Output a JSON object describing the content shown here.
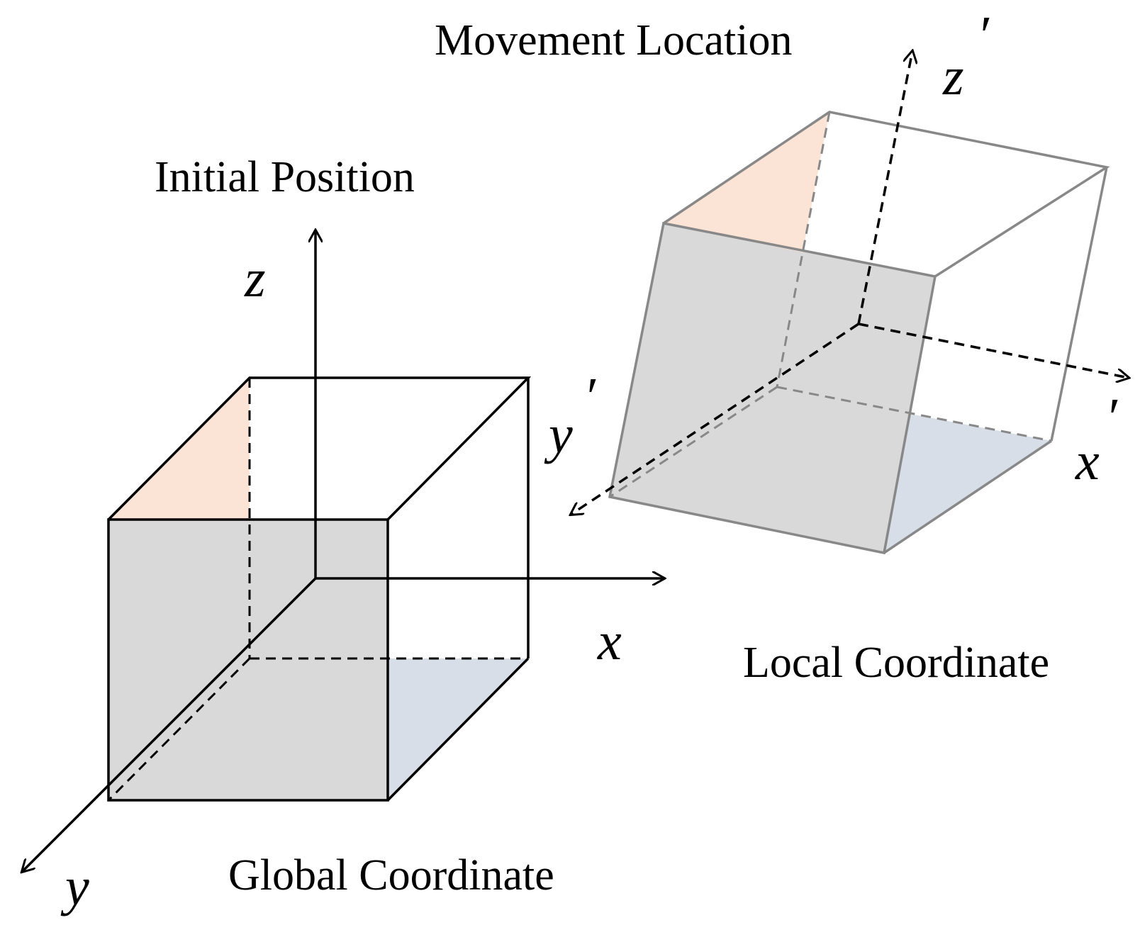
{
  "labels": {
    "movement_location": "Movement Location",
    "initial_position": "Initial Position",
    "local_coordinate": "Local Coordinate",
    "global_coordinate": "Global Coordinate"
  },
  "axes": {
    "global": {
      "x": "x",
      "y": "y",
      "z": "z"
    },
    "local": {
      "x": "x",
      "y": "y",
      "z": "z",
      "prime": "′"
    }
  },
  "colors": {
    "face_gray": "#d9d9d9",
    "top_peach": "#fbe3d5",
    "bottom_blue": "#d8dee8",
    "edge_black": "#000000",
    "edge_gray": "#888888"
  }
}
